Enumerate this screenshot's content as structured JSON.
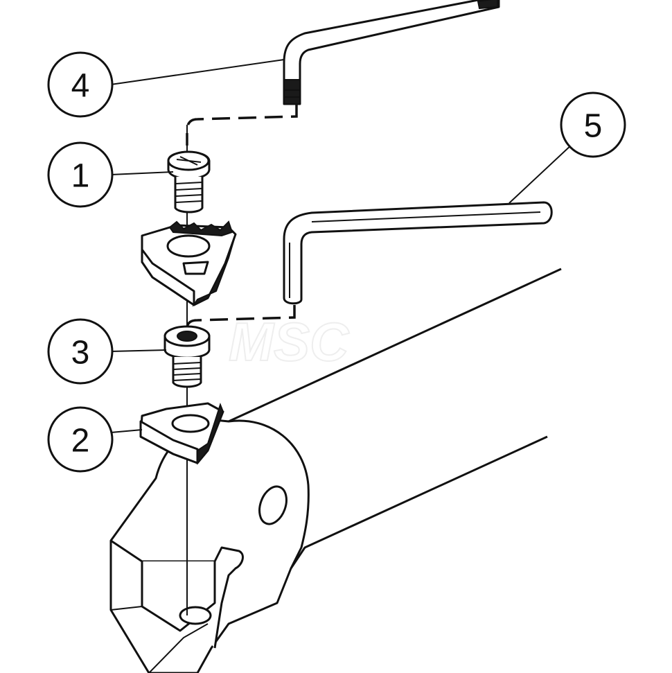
{
  "callouts": [
    {
      "id": "1",
      "label": "1",
      "part": "clamp-screw"
    },
    {
      "id": "2",
      "label": "2",
      "part": "shim"
    },
    {
      "id": "3",
      "label": "3",
      "part": "shim-screw"
    },
    {
      "id": "4",
      "label": "4",
      "part": "hex-key-small"
    },
    {
      "id": "5",
      "label": "5",
      "part": "hex-key-large"
    }
  ],
  "watermark": "MSC",
  "colors": {
    "line": "#111111",
    "fill": "#ffffff",
    "watermark": "#eeeeee"
  }
}
